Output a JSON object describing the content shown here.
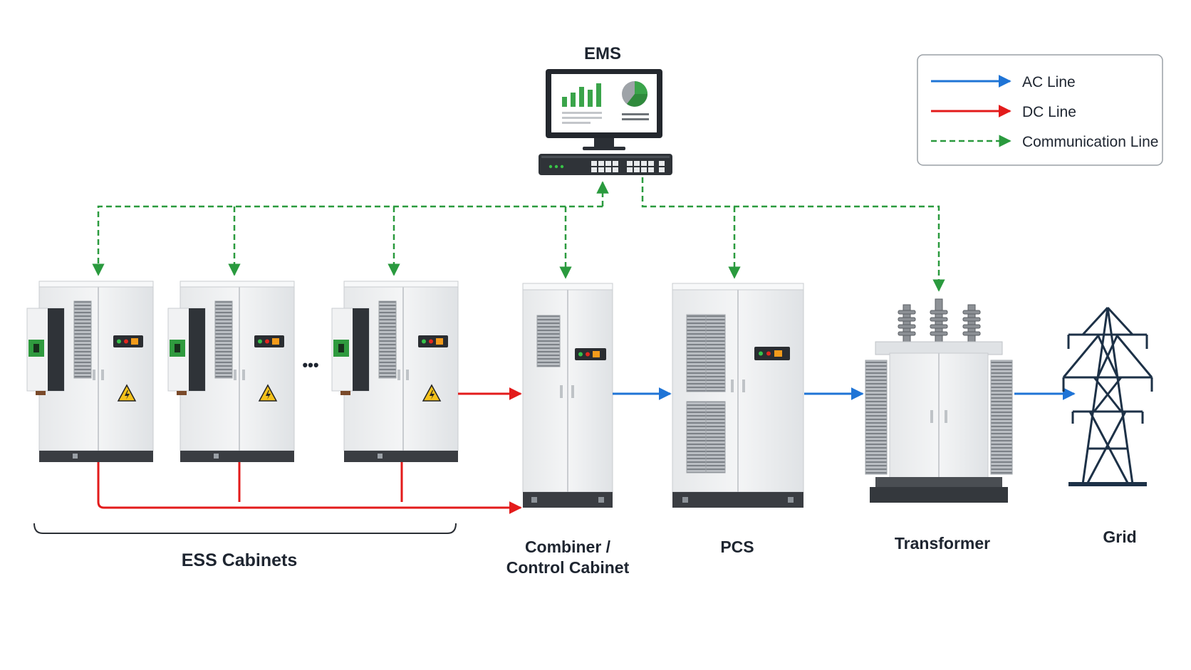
{
  "diagram": {
    "ems_label": "EMS",
    "ess_group_label": "ESS Cabinets",
    "ellipsis": "•••",
    "combiner_label_line1": "Combiner /",
    "combiner_label_line2": "Control Cabinet",
    "pcs_label": "PCS",
    "transformer_label": "Transformer",
    "grid_label": "Grid"
  },
  "legend": {
    "items": [
      {
        "label": "AC Line",
        "color": "#1f74d6",
        "style": "solid"
      },
      {
        "label": "DC Line",
        "color": "#e31b1b",
        "style": "solid"
      },
      {
        "label": "Communication Line",
        "color": "#2a9a3e",
        "style": "dashed"
      }
    ]
  },
  "colors": {
    "ac": "#1f74d6",
    "dc": "#e31b1b",
    "comm": "#2a9a3e",
    "cabinet": "#eceef0",
    "cabinet_shadow": "#d5d8dc",
    "base": "#3a3d42",
    "tower": "#1d3147"
  }
}
